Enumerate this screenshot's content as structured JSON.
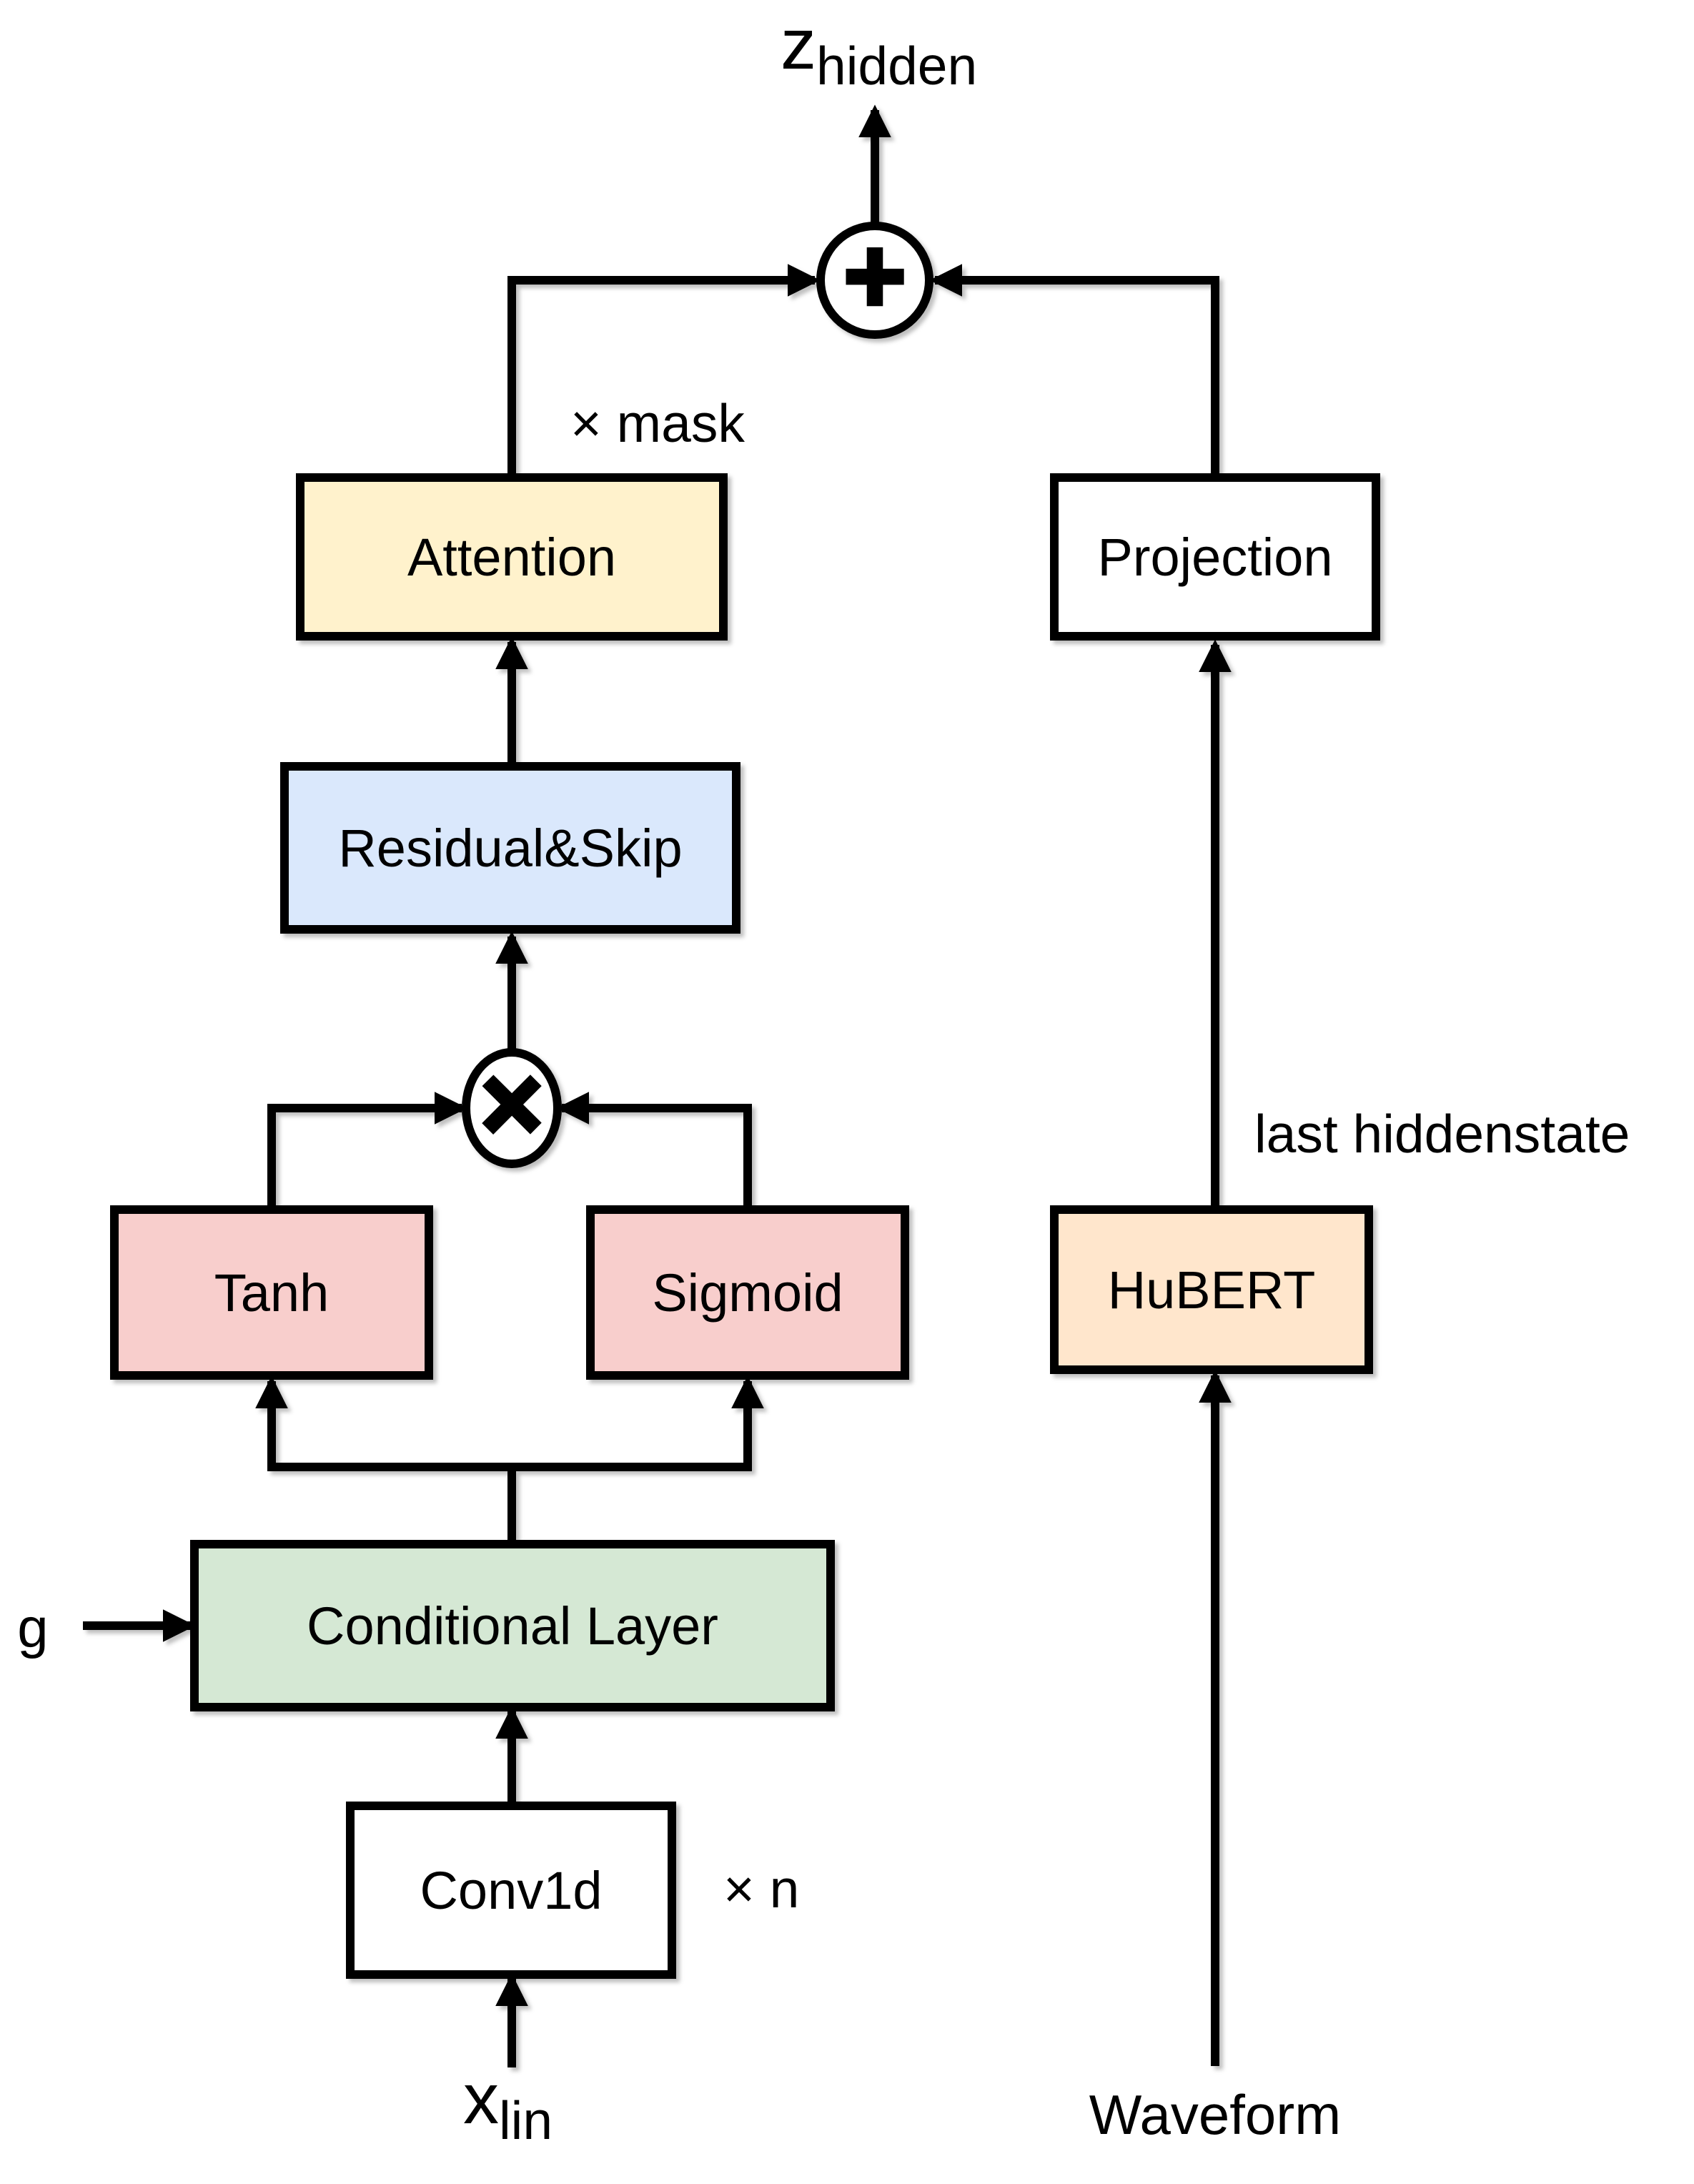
{
  "diagram": {
    "boxes": {
      "attention": {
        "label": "Attention",
        "fill": "#FFF2CC"
      },
      "projection": {
        "label": "Projection",
        "fill": "#FFFFFF"
      },
      "residual_skip": {
        "label": "Residual&Skip",
        "fill": "#DAE8FC"
      },
      "tanh": {
        "label": "Tanh",
        "fill": "#F8CECC"
      },
      "sigmoid": {
        "label": "Sigmoid",
        "fill": "#F8CECC"
      },
      "conditional_layer": {
        "label": "Conditional Layer",
        "fill": "#D5E8D4"
      },
      "conv1d": {
        "label": "Conv1d",
        "fill": "#FFFFFF"
      },
      "hubert": {
        "label": "HuBERT",
        "fill": "#FFE6CC"
      }
    },
    "operators": {
      "sum": "+",
      "product": "×"
    },
    "annotations": {
      "output": {
        "base": "z",
        "sub": "hidden"
      },
      "input": {
        "base": "x",
        "sub": "lin"
      },
      "mask": "× mask",
      "repeat": "× n",
      "condition": "g",
      "hidden_state": "last hiddenstate",
      "waveform": "Waveform"
    },
    "colors": {
      "line": "#000000",
      "background": "#FFFFFF"
    }
  }
}
